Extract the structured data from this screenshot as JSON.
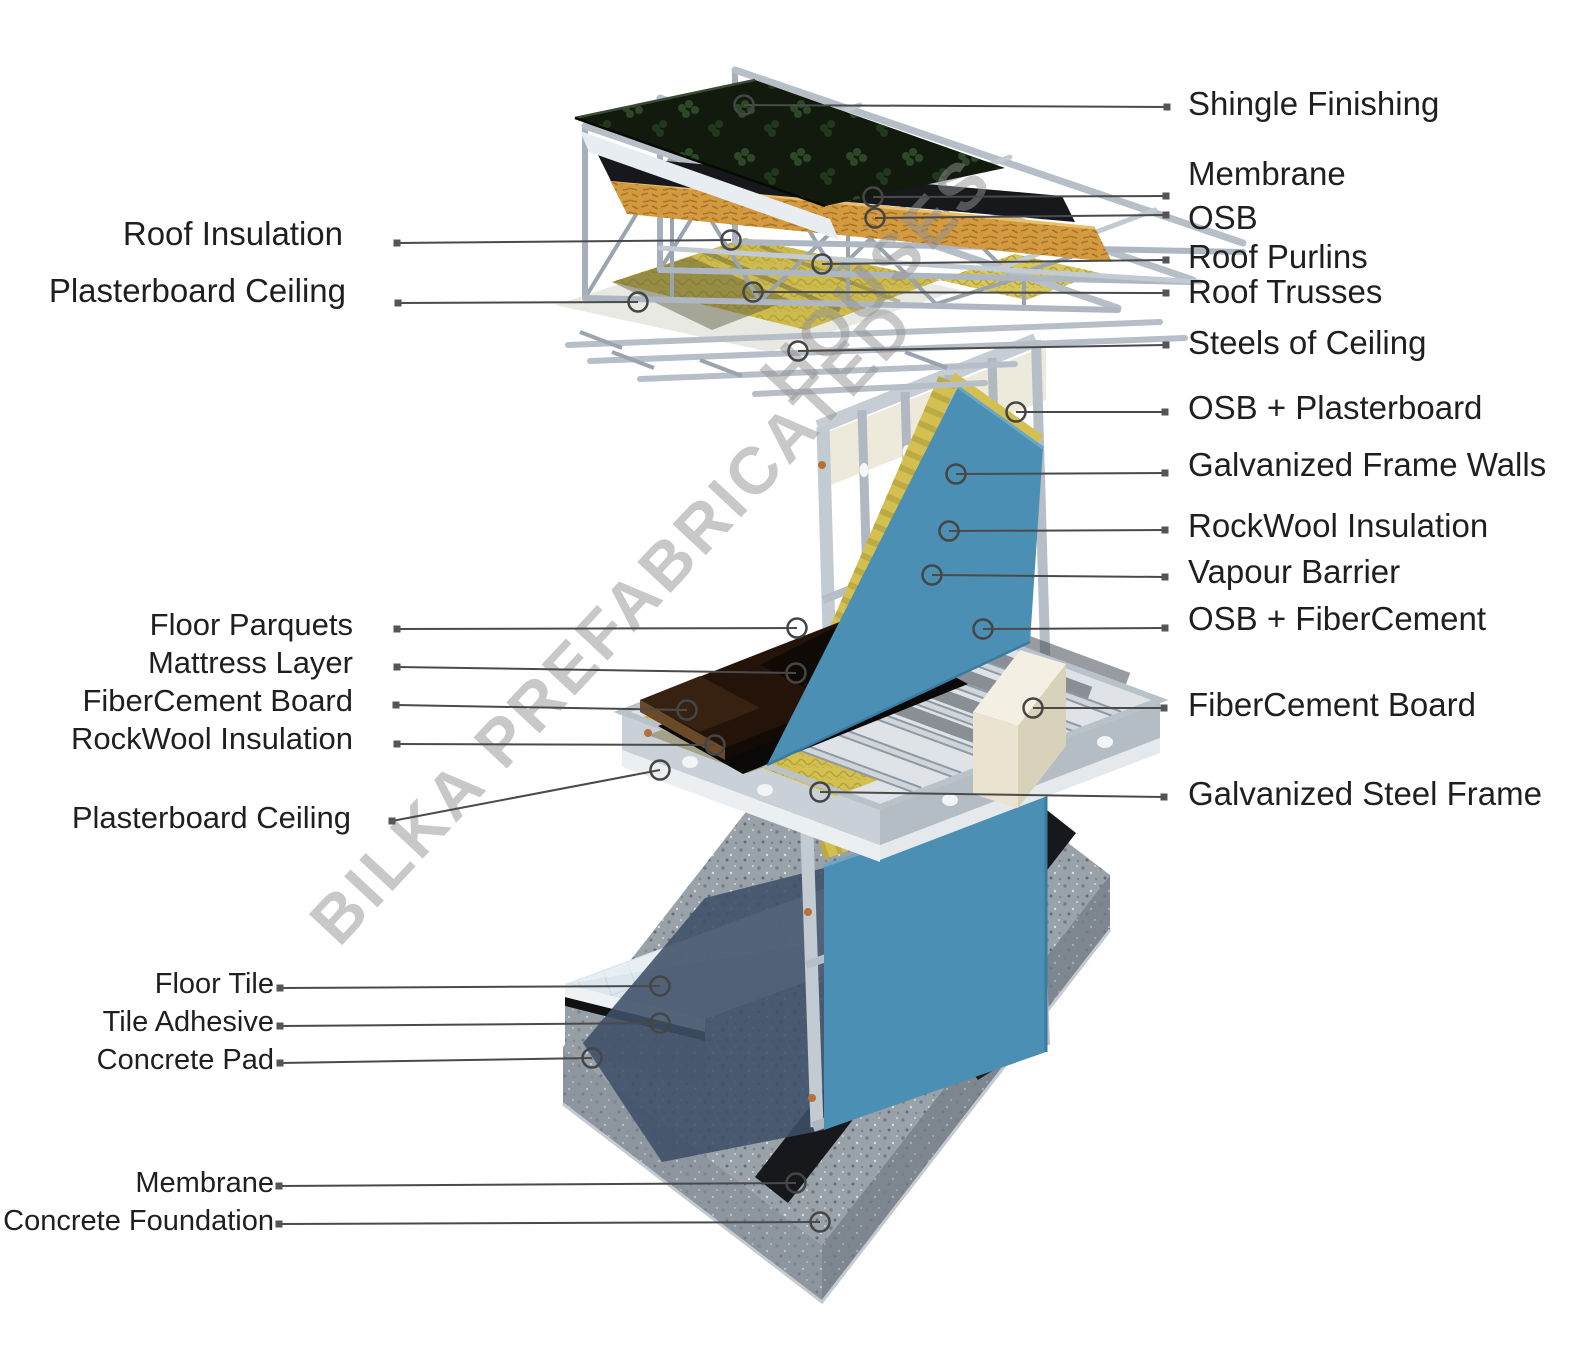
{
  "watermark": {
    "line1": "BILKA PREFABRICATED",
    "line2": "HOUSES"
  },
  "left_labels": [
    {
      "id": "roof-insulation",
      "text": "Roof Insulation"
    },
    {
      "id": "plasterboard-ceiling-top",
      "text": "Plasterboard Ceiling"
    },
    {
      "id": "floor-parquets",
      "text": "Floor Parquets"
    },
    {
      "id": "mattress-layer",
      "text": "Mattress Layer"
    },
    {
      "id": "fibercement-board-left",
      "text": "FiberCement Board"
    },
    {
      "id": "rockwool-insulation-left",
      "text": "RockWool Insulation"
    },
    {
      "id": "plasterboard-ceiling-bottom",
      "text": "Plasterboard Ceiling"
    },
    {
      "id": "floor-tile",
      "text": "Floor Tile"
    },
    {
      "id": "tile-adhesive",
      "text": "Tile Adhesive"
    },
    {
      "id": "concrete-pad",
      "text": "Concrete Pad"
    },
    {
      "id": "membrane-bottom",
      "text": "Membrane"
    },
    {
      "id": "concrete-foundation",
      "text": "Concrete Foundation"
    }
  ],
  "right_labels": [
    {
      "id": "shingle-finishing",
      "text": "Shingle Finishing"
    },
    {
      "id": "membrane-roof",
      "text": "Membrane"
    },
    {
      "id": "osb",
      "text": "OSB"
    },
    {
      "id": "roof-purlins",
      "text": "Roof Purlins"
    },
    {
      "id": "roof-trusses",
      "text": "Roof Trusses"
    },
    {
      "id": "steels-of-ceiling",
      "text": "Steels of Ceiling"
    },
    {
      "id": "osb-plasterboard",
      "text": "OSB + Plasterboard"
    },
    {
      "id": "galvanized-frame-walls",
      "text": "Galvanized Frame Walls"
    },
    {
      "id": "rockwool-insulation-right",
      "text": "RockWool Insulation"
    },
    {
      "id": "vapour-barrier",
      "text": "Vapour Barrier"
    },
    {
      "id": "osb-fibercement",
      "text": "OSB + FiberCement"
    },
    {
      "id": "fibercement-board-right",
      "text": "FiberCement Board"
    },
    {
      "id": "galvanized-steel-frame",
      "text": "Galvanized Steel Frame"
    }
  ],
  "colors": {
    "background": "#ffffff",
    "label_text": "#1f1f1f",
    "leader_line": "#4a4a4a",
    "watermark_gray": "#919191",
    "shingle_dark_green": "#121a0e",
    "membrane_black": "#17181c",
    "osb_orange": "#d49a3f",
    "insulation_yellow": "#d4c050",
    "steel_gray": "#b6bec8",
    "wall_panel_blue": "#4b8fb4",
    "fibercement_cream": "#e9e3d0",
    "concrete_gray": "#99a1a9",
    "tile_light": "#dce6ee",
    "shadow_navy": "#3d5068"
  }
}
